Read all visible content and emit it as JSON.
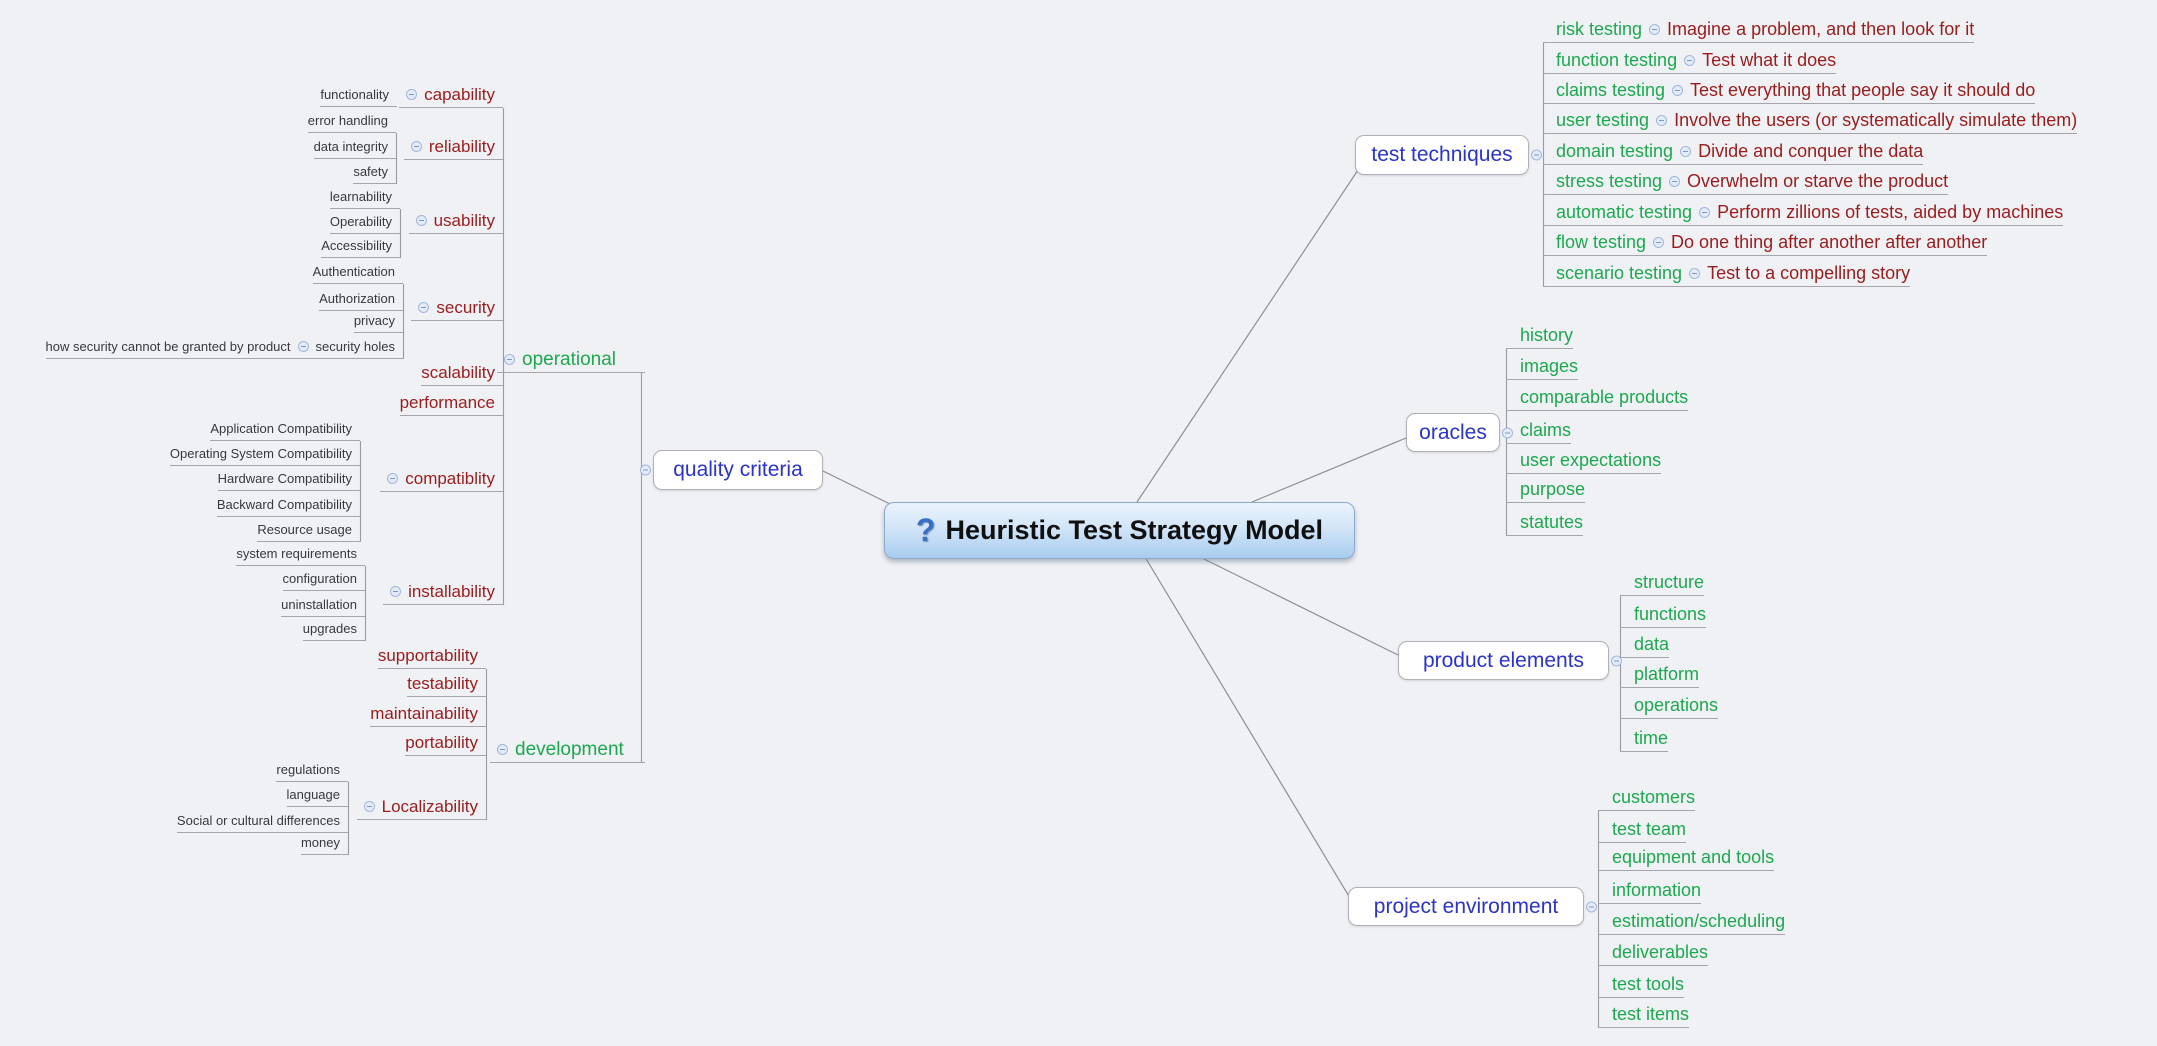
{
  "colors": {
    "topic_blue": "#2b33cb",
    "green": "#1ca94e",
    "dark_red": "#9c1c1c",
    "leaf_black": "#38383d",
    "line_gray": "#9a9aa0",
    "root_fill_top": "#eaf3fc",
    "root_fill_bottom": "#a8ccf0"
  },
  "root": {
    "icon": "question-mark",
    "label": "Heuristic Test Strategy Model"
  },
  "branches": {
    "test_techniques": {
      "label": "test techniques",
      "children": [
        {
          "label": "risk testing",
          "note": "Imagine a problem, and then look for it"
        },
        {
          "label": "function testing",
          "note": "Test what it does"
        },
        {
          "label": "claims testing",
          "note": "Test everything that people say it should do"
        },
        {
          "label": "user testing",
          "note": "Involve the users (or systematically simulate them)"
        },
        {
          "label": "domain testing",
          "note": "Divide and conquer the data"
        },
        {
          "label": "stress testing",
          "note": "Overwhelm or starve the product"
        },
        {
          "label": "automatic testing",
          "note": "Perform zillions of tests, aided by machines"
        },
        {
          "label": "flow testing",
          "note": "Do one thing after another after another"
        },
        {
          "label": "scenario testing",
          "note": "Test to a compelling story"
        }
      ]
    },
    "oracles": {
      "label": "oracles",
      "children": [
        "history",
        "images",
        "comparable products",
        "claims",
        "user expectations",
        "purpose",
        "statutes"
      ]
    },
    "product_elements": {
      "label": "product elements",
      "children": [
        "structure",
        "functions",
        "data",
        "platform",
        "operations",
        "time"
      ]
    },
    "project_environment": {
      "label": "project environment",
      "children": [
        "customers",
        "test team",
        "equipment and tools",
        "information",
        "estimation/scheduling",
        "deliverables",
        "test tools",
        "test items"
      ]
    }
  },
  "qc": {
    "label": "quality criteria",
    "operational": {
      "label": "operational"
    },
    "development": {
      "label": "development"
    },
    "topics": {
      "capability": {
        "label": "capability",
        "leaves": [
          "functionality"
        ]
      },
      "reliability": {
        "label": "reliability",
        "leaves": [
          "error handling",
          "data integrity",
          "safety"
        ]
      },
      "usability": {
        "label": "usability",
        "leaves": [
          "learnability",
          "Operability",
          "Accessibility"
        ]
      },
      "security": {
        "label": "security",
        "leaves": [
          "Authentication",
          "Authorization",
          "privacy"
        ],
        "holes": {
          "label": "security holes",
          "child": "how security cannot be granted by product"
        }
      },
      "scalability": {
        "label": "scalability"
      },
      "performance": {
        "label": "performance"
      },
      "compatiblity": {
        "label": "compatiblity",
        "leaves": [
          "Application Compatibility",
          "Operating System Compatibility",
          "Hardware Compatibility",
          "Backward Compatibility",
          "Resource usage"
        ]
      },
      "installability": {
        "label": "installability",
        "leaves": [
          "system requirements",
          "configuration",
          "uninstallation",
          "upgrades"
        ]
      },
      "supportability": {
        "label": "supportability"
      },
      "testability": {
        "label": "testability"
      },
      "maintainability": {
        "label": "maintainability"
      },
      "portability": {
        "label": "portability"
      },
      "localizability": {
        "label": "Localizability",
        "leaves": [
          "regulations",
          "language",
          "Social or cultural differences",
          "money"
        ]
      }
    }
  }
}
